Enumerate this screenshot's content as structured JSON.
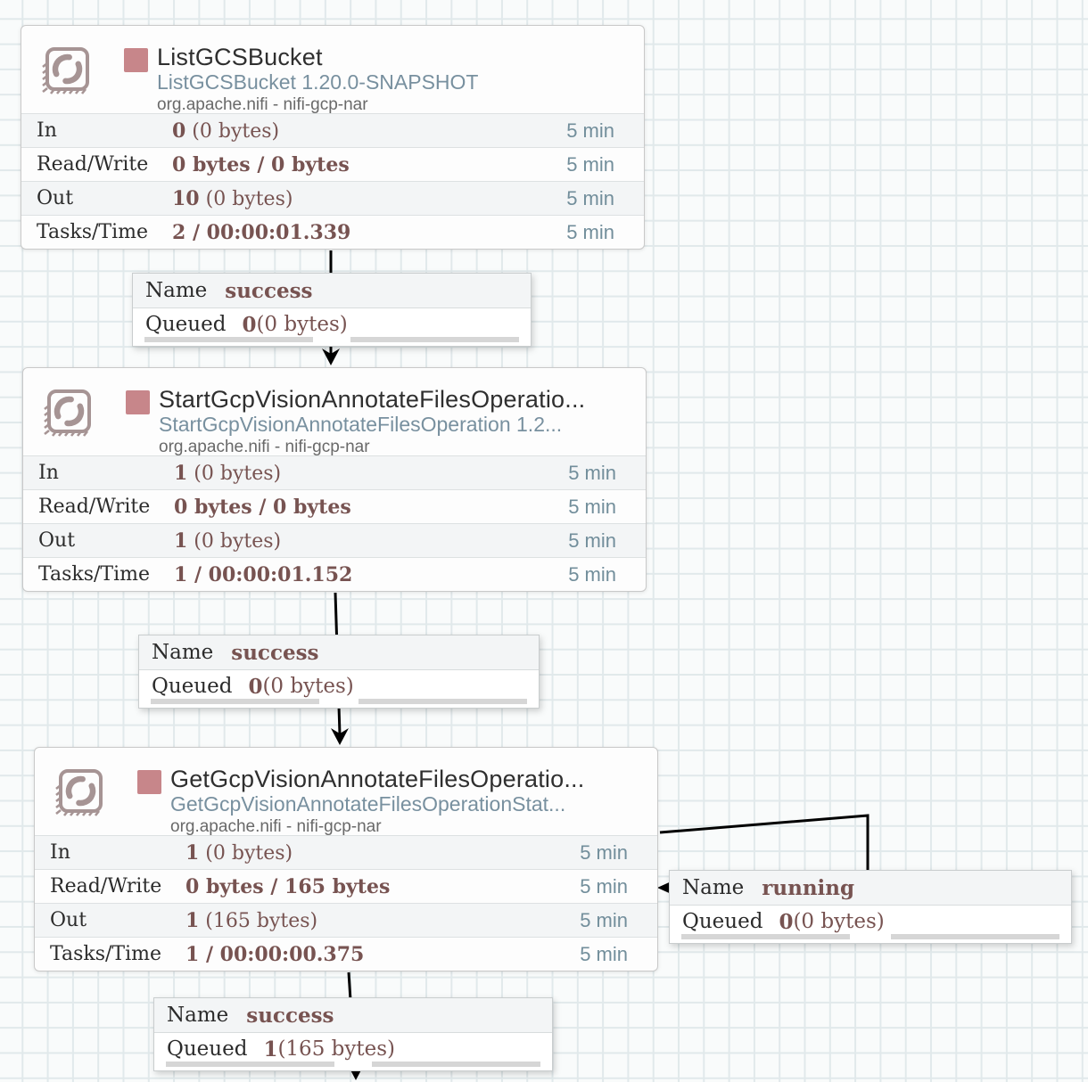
{
  "colors": {
    "value_maroon": "#775351",
    "secondary_slate": "#728e9b",
    "stopped_status": "#c7868a",
    "icon_mauve": "#a69494",
    "wire_black": "#000000"
  },
  "processors": [
    {
      "title": "ListGCSBucket",
      "type_version": "ListGCSBucket 1.20.0-SNAPSHOT",
      "bundle": "org.apache.nifi - nifi-gcp-nar",
      "stats": [
        {
          "label": "In",
          "bold": "0",
          "rest": " (0 bytes)",
          "window": "5 min"
        },
        {
          "label": "Read/Write",
          "bold": "0 bytes / 0 bytes",
          "rest": "",
          "window": "5 min"
        },
        {
          "label": "Out",
          "bold": "10",
          "rest": " (0 bytes)",
          "window": "5 min"
        },
        {
          "label": "Tasks/Time",
          "bold": "2 / 00:00:01.339",
          "rest": "",
          "window": "5 min"
        }
      ]
    },
    {
      "title": "StartGcpVisionAnnotateFilesOperatio...",
      "type_version": "StartGcpVisionAnnotateFilesOperation 1.2...",
      "bundle": "org.apache.nifi - nifi-gcp-nar",
      "stats": [
        {
          "label": "In",
          "bold": "1",
          "rest": " (0 bytes)",
          "window": "5 min"
        },
        {
          "label": "Read/Write",
          "bold": "0 bytes / 0 bytes",
          "rest": "",
          "window": "5 min"
        },
        {
          "label": "Out",
          "bold": "1",
          "rest": " (0 bytes)",
          "window": "5 min"
        },
        {
          "label": "Tasks/Time",
          "bold": "1 / 00:00:01.152",
          "rest": "",
          "window": "5 min"
        }
      ]
    },
    {
      "title": "GetGcpVisionAnnotateFilesOperatio...",
      "type_version": "GetGcpVisionAnnotateFilesOperationStat...",
      "bundle": "org.apache.nifi - nifi-gcp-nar",
      "stats": [
        {
          "label": "In",
          "bold": "1",
          "rest": " (0 bytes)",
          "window": "5 min"
        },
        {
          "label": "Read/Write",
          "bold": "0 bytes / 165 bytes",
          "rest": "",
          "window": "5 min"
        },
        {
          "label": "Out",
          "bold": "1",
          "rest": " (165 bytes)",
          "window": "5 min"
        },
        {
          "label": "Tasks/Time",
          "bold": "1 / 00:00:00.375",
          "rest": "",
          "window": "5 min"
        }
      ]
    }
  ],
  "connections": [
    {
      "name_label": "Name",
      "name": "success",
      "queued_label": "Queued",
      "count": "0",
      "size": " (0 bytes)"
    },
    {
      "name_label": "Name",
      "name": "success",
      "queued_label": "Queued",
      "count": "0",
      "size": " (0 bytes)"
    },
    {
      "name_label": "Name",
      "name": "running",
      "queued_label": "Queued",
      "count": "0",
      "size": " (0 bytes)"
    },
    {
      "name_label": "Name",
      "name": "success",
      "queued_label": "Queued",
      "count": "1",
      "size": " (165 bytes)"
    }
  ]
}
